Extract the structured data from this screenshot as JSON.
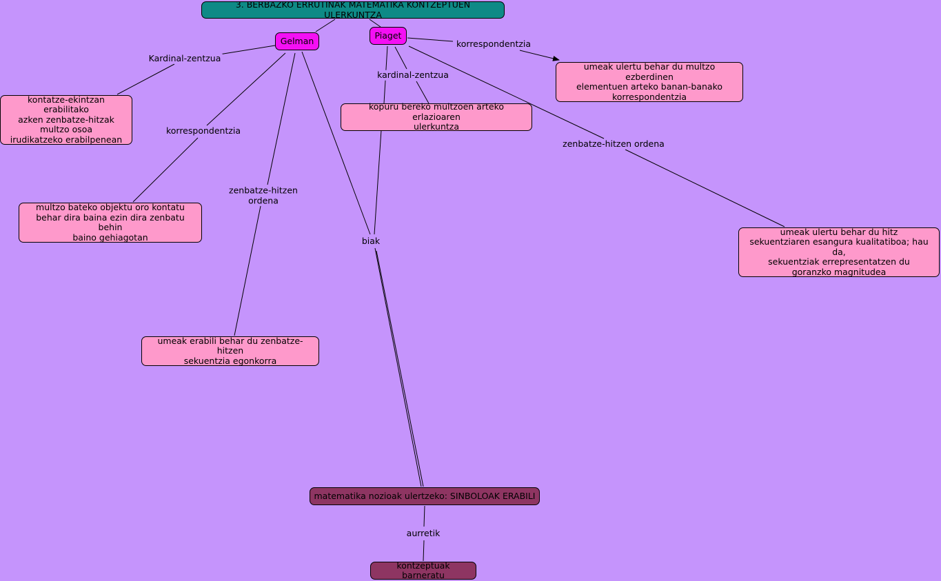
{
  "colors": {
    "background": "#c594fc",
    "title_node": "#0e8a86",
    "person_node": "#f410f4",
    "concept_node": "#fe99cb",
    "dark_node": "#8e3562",
    "line": "#000000"
  },
  "nodes": {
    "title": "3. BERBAZKO ERRUTINAK MATEMATIKA KONTZEPTUEN ULERKUNTZA",
    "gelman": "Gelman",
    "piaget": "Piaget",
    "kontatze": "kontatze-ekintzan erabilitako\nazken zenbatze-hitzak\nmultzo osoa\nirudikatzeko erabilpenean",
    "multzo_bateko": "multzo bateko objektu oro kontatu\nbehar dira baina ezin dira zenbatu behin\nbaino gehiagotan",
    "umeak_erabili": "umeak erabili behar du zenbatze-hitzen\nsekuentzia egonkorra",
    "kopuru_bereko": "kopuru bereko multzoen arteko erlazioaren\nulerkuntza",
    "umeak_ulertu_multzo": "umeak ulertu behar du multzo ezberdinen\nelementuen arteko banan-banako\nkorrespondentzia",
    "umeak_ulertu_hitz": "umeak ulertu behar du hitz\nsekuentziaren esangura kualitatiboa; hau da,\nsekuentziak errepresentatzen du\ngoranzko magnitudea",
    "sinboloak": "matematika nozioak ulertzeko: SINBOLOAK ERABILI",
    "kontzeptuak": "kontzeptuak barneratu"
  },
  "links": {
    "kardinal_gelman": "Kardinal-zentzua",
    "korrespondentzia_gelman": "korrespondentzia",
    "zenbatze_gelman": "zenbatze-hitzen\nordena",
    "biak": "biak",
    "kardinal_piaget": "kardinal-zentzua",
    "korrespondentzia_piaget": "korrespondentzia",
    "zenbatze_piaget": "zenbatze-hitzen ordena",
    "aurretik": "aurretik"
  }
}
